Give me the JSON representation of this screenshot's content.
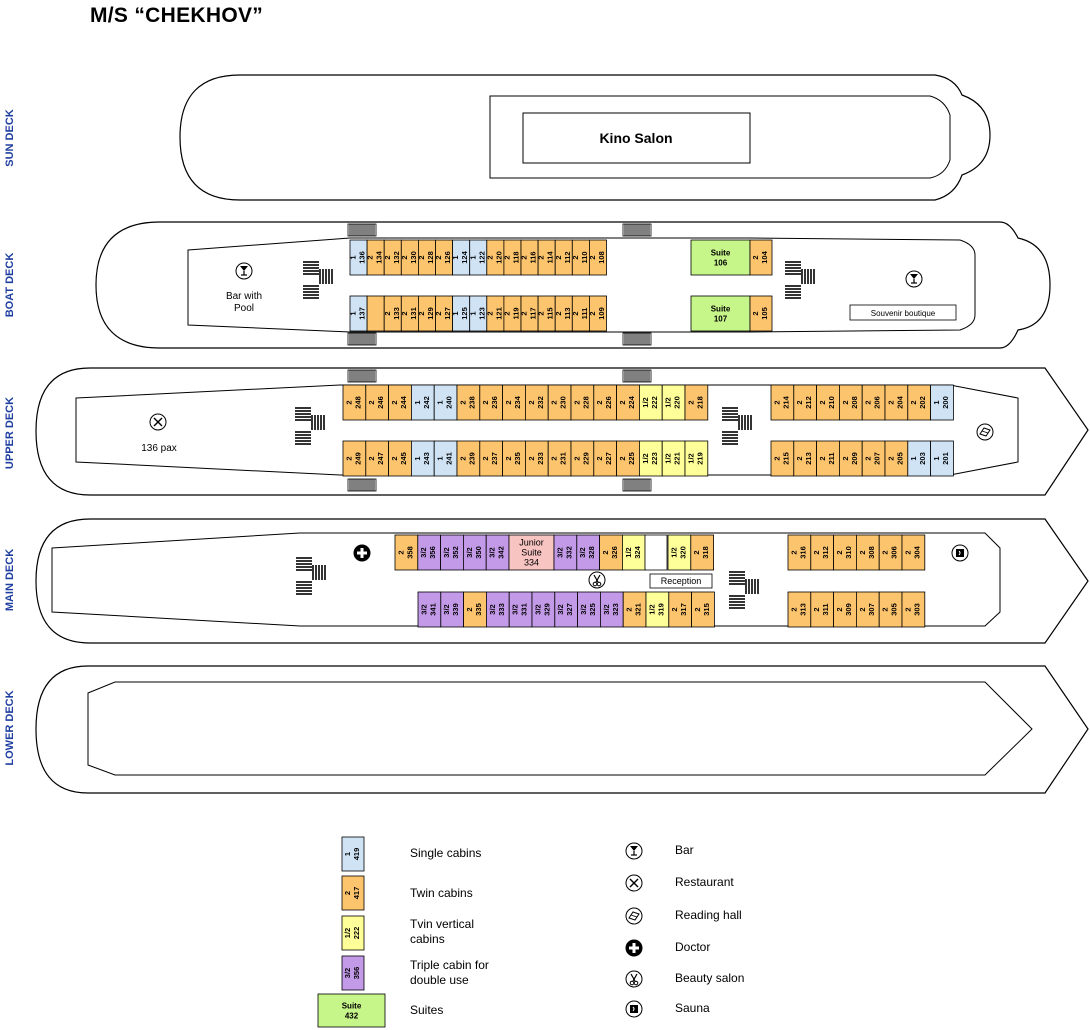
{
  "title": "M/S “CHEKHOV”",
  "colors": {
    "single": "#cfe3f5",
    "twin": "#fcc46d",
    "vertical": "#ffff99",
    "triple": "#c39ae8",
    "suite": "#c6f58a",
    "junior": "#f7c4c2",
    "deck_label": "#1f3fa0"
  },
  "decks": {
    "sun": "SUN DECK",
    "boat": "BOAT DECK",
    "upper": "UPPER DECK",
    "main": "MAIN DECK",
    "lower": "LOWER DECK"
  },
  "sun_deck": {
    "kino": "Kino Salon"
  },
  "boat_deck": {
    "bar_label": [
      "Bar with",
      "Pool"
    ],
    "souvenir": "Souvenir boutique",
    "top": [
      [
        "s",
        "1",
        "136"
      ],
      [
        "t",
        "2",
        "134"
      ],
      [
        "t",
        "2",
        "132"
      ],
      [
        "t",
        "2",
        "130"
      ],
      [
        "t",
        "2",
        "128"
      ],
      [
        "t",
        "2",
        "126"
      ],
      [
        "s",
        "1",
        "124"
      ],
      [
        "s",
        "1",
        "122"
      ],
      [
        "t",
        "2",
        "120"
      ],
      [
        "t",
        "2",
        "118"
      ],
      [
        "t",
        "2",
        "116"
      ],
      [
        "t",
        "2",
        "114"
      ],
      [
        "t",
        "2",
        "112"
      ],
      [
        "t",
        "2",
        "110"
      ],
      [
        "t",
        "2",
        "108"
      ]
    ],
    "bottom": [
      [
        "s",
        "1",
        "137"
      ],
      [
        "t",
        "",
        ""
      ],
      [
        "t",
        "2",
        "133"
      ],
      [
        "t",
        "2",
        "131"
      ],
      [
        "t",
        "2",
        "129"
      ],
      [
        "t",
        "2",
        "127"
      ],
      [
        "s",
        "1",
        "125"
      ],
      [
        "s",
        "1",
        "123"
      ],
      [
        "t",
        "2",
        "121"
      ],
      [
        "t",
        "2",
        "119"
      ],
      [
        "t",
        "2",
        "117"
      ],
      [
        "t",
        "2",
        "115"
      ],
      [
        "t",
        "2",
        "113"
      ],
      [
        "t",
        "2",
        "111"
      ],
      [
        "t",
        "2",
        "109"
      ]
    ],
    "suite_top": [
      "Suite",
      "106"
    ],
    "suite_bottom": [
      "Suite",
      "107"
    ],
    "end_top": [
      "t",
      "2",
      "104"
    ],
    "end_bottom": [
      "t",
      "2",
      "105"
    ]
  },
  "upper_deck": {
    "restaurant_label": "136 pax",
    "top": [
      [
        "t",
        "2",
        "248"
      ],
      [
        "t",
        "2",
        "246"
      ],
      [
        "t",
        "2",
        "244"
      ],
      [
        "s",
        "1",
        "242"
      ],
      [
        "s",
        "1",
        "240"
      ],
      [
        "t",
        "2",
        "238"
      ],
      [
        "t",
        "2",
        "236"
      ],
      [
        "t",
        "2",
        "234"
      ],
      [
        "t",
        "2",
        "232"
      ],
      [
        "t",
        "2",
        "230"
      ],
      [
        "t",
        "2",
        "228"
      ],
      [
        "t",
        "2",
        "226"
      ],
      [
        "t",
        "2",
        "224"
      ],
      [
        "v",
        "1/2",
        "222"
      ],
      [
        "v",
        "1/2",
        "220"
      ],
      [
        "t",
        "2",
        "218"
      ]
    ],
    "bottom": [
      [
        "t",
        "2",
        "249"
      ],
      [
        "t",
        "2",
        "247"
      ],
      [
        "t",
        "2",
        "245"
      ],
      [
        "s",
        "1",
        "243"
      ],
      [
        "s",
        "1",
        "241"
      ],
      [
        "t",
        "2",
        "239"
      ],
      [
        "t",
        "2",
        "237"
      ],
      [
        "t",
        "2",
        "235"
      ],
      [
        "t",
        "2",
        "233"
      ],
      [
        "t",
        "2",
        "231"
      ],
      [
        "t",
        "2",
        "229"
      ],
      [
        "t",
        "2",
        "227"
      ],
      [
        "t",
        "2",
        "225"
      ],
      [
        "v",
        "1/2",
        "223"
      ],
      [
        "v",
        "1/2",
        "221"
      ],
      [
        "v",
        "1/2",
        "219"
      ]
    ],
    "fwd_top": [
      [
        "t",
        "2",
        "214"
      ],
      [
        "t",
        "2",
        "212"
      ],
      [
        "t",
        "2",
        "210"
      ],
      [
        "t",
        "2",
        "208"
      ],
      [
        "t",
        "2",
        "206"
      ],
      [
        "t",
        "2",
        "204"
      ],
      [
        "t",
        "2",
        "202"
      ],
      [
        "s",
        "1",
        "200"
      ]
    ],
    "fwd_bottom": [
      [
        "t",
        "2",
        "215"
      ],
      [
        "t",
        "2",
        "213"
      ],
      [
        "t",
        "2",
        "211"
      ],
      [
        "t",
        "2",
        "209"
      ],
      [
        "t",
        "2",
        "207"
      ],
      [
        "t",
        "2",
        "205"
      ],
      [
        "s",
        "1",
        "203"
      ],
      [
        "s",
        "1",
        "201"
      ]
    ]
  },
  "main_deck": {
    "reception": "Reception",
    "junior": [
      "Junior",
      "Suite",
      "334"
    ],
    "top_a": [
      [
        "t",
        "2",
        "358"
      ],
      [
        "p",
        "3/2",
        "356"
      ],
      [
        "p",
        "3/2",
        "352"
      ],
      [
        "p",
        "3/2",
        "350"
      ],
      [
        "p",
        "3/2",
        "342"
      ]
    ],
    "top_b": [
      [
        "p",
        "3/2",
        "332"
      ],
      [
        "p",
        "3/2",
        "328"
      ],
      [
        "t",
        "2",
        "326"
      ],
      [
        "v",
        "1/2",
        "324"
      ]
    ],
    "top_c": [
      [
        "v",
        "1/2",
        "320"
      ],
      [
        "t",
        "2",
        "318"
      ]
    ],
    "bottom": [
      [
        "p",
        "3/2",
        "341"
      ],
      [
        "p",
        "3/2",
        "339"
      ],
      [
        "t",
        "2",
        "335"
      ],
      [
        "p",
        "3/2",
        "333"
      ],
      [
        "p",
        "3/2",
        "331"
      ],
      [
        "p",
        "3/2",
        "329"
      ],
      [
        "p",
        "3/2",
        "327"
      ],
      [
        "p",
        "3/2",
        "325"
      ],
      [
        "p",
        "3/2",
        "323"
      ],
      [
        "t",
        "2",
        "321"
      ],
      [
        "v",
        "1/2",
        "319"
      ],
      [
        "t",
        "2",
        "317"
      ],
      [
        "t",
        "2",
        "315"
      ]
    ],
    "fwd_top": [
      [
        "t",
        "2",
        "316"
      ],
      [
        "t",
        "2",
        "312"
      ],
      [
        "t",
        "2",
        "310"
      ],
      [
        "t",
        "2",
        "308"
      ],
      [
        "t",
        "2",
        "306"
      ],
      [
        "t",
        "2",
        "304"
      ]
    ],
    "fwd_bottom": [
      [
        "t",
        "2",
        "313"
      ],
      [
        "t",
        "2",
        "311"
      ],
      [
        "t",
        "2",
        "309"
      ],
      [
        "t",
        "2",
        "307"
      ],
      [
        "t",
        "2",
        "305"
      ],
      [
        "t",
        "2",
        "303"
      ]
    ]
  },
  "legend": {
    "cabins": [
      {
        "type": "s",
        "a": "1",
        "b": "419",
        "label": "Single cabins"
      },
      {
        "type": "t",
        "a": "2",
        "b": "417",
        "label": "Twin cabins"
      },
      {
        "type": "v",
        "a": "1/2",
        "b": "222",
        "label": "Tvin vertical cabins"
      },
      {
        "type": "p",
        "a": "3/2",
        "b": "356",
        "label": "Triple cabin for double use"
      }
    ],
    "suite": {
      "a": "Suite",
      "b": "432",
      "label": "Suites"
    },
    "icons": [
      {
        "icon": "bar-icon",
        "label": "Bar"
      },
      {
        "icon": "restaurant-icon",
        "label": "Restaurant"
      },
      {
        "icon": "reading-hall-icon",
        "label": "Reading hall"
      },
      {
        "icon": "doctor-icon",
        "label": "Doctor"
      },
      {
        "icon": "beauty-salon-icon",
        "label": "Beauty salon"
      },
      {
        "icon": "sauna-icon",
        "label": "Sauna"
      }
    ]
  }
}
